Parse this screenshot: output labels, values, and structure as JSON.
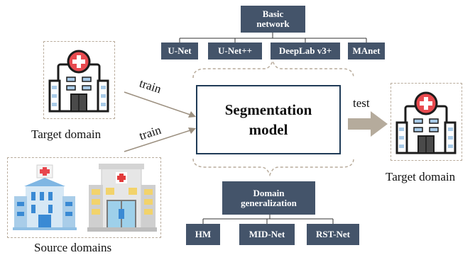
{
  "basic_network": {
    "title_line1": "Basic",
    "title_line2": "network",
    "items": [
      "U-Net",
      "U-Net++",
      "DeepLab v3+",
      "MAnet"
    ]
  },
  "domain_generalization": {
    "title_line1": "Domain",
    "title_line2": "generalization",
    "items": [
      "HM",
      "MID-Net",
      "RST-Net"
    ]
  },
  "segmentation": {
    "line1": "Segmentation",
    "line2": "model"
  },
  "labels": {
    "train_top": "train",
    "train_bottom": "train",
    "test": "test",
    "target_domain_left": "Target domain",
    "target_domain_right": "Target domain",
    "source_domains": "Source domains"
  },
  "colors": {
    "box_fill": "#44546a",
    "dashed_border": "#b9ac9c",
    "arrow_fill": "#b5ab9c",
    "model_border": "#1f3b57"
  },
  "icons": [
    "hospital-icon",
    "hospital-icon",
    "hospital-icon",
    "hospital-icon"
  ]
}
